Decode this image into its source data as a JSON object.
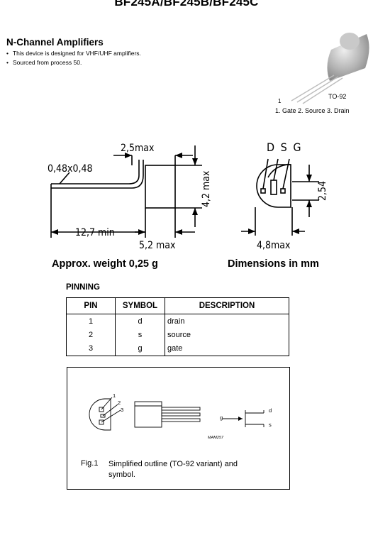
{
  "header": {
    "part_numbers": "BF245A/BF245B/BF245C"
  },
  "intro": {
    "title": "N-Channel Amplifiers",
    "bullets": [
      "This device is designed for VHF/UHF amplifiers.",
      "Sourced from process 50."
    ]
  },
  "package": {
    "name": "TO-92",
    "pin_marker": "1",
    "pin_legend": "1. Gate  2. Source  3. Drain"
  },
  "drawing": {
    "lead_size": "0,48x0,48",
    "dim_top": "2,5max",
    "dim_height": "4,2 max",
    "dim_lead_length": "12,7 min",
    "dim_body_length": "5,2 max",
    "pin_letters": "D S G",
    "dim_pitch": "2,54",
    "dim_width": "4,8max",
    "weight_note": "Approx. weight 0,25 g",
    "units_note": "Dimensions in mm"
  },
  "pinning": {
    "heading": "PINNING",
    "columns": [
      "PIN",
      "SYMBOL",
      "DESCRIPTION"
    ],
    "rows": [
      {
        "pin": "1",
        "symbol": "d",
        "description": "drain"
      },
      {
        "pin": "2",
        "symbol": "s",
        "description": "source"
      },
      {
        "pin": "3",
        "symbol": "g",
        "description": "gate"
      }
    ]
  },
  "figure": {
    "number": "Fig.1",
    "caption": "Simplified outline (TO-92 variant) and symbol.",
    "code": "MAM257",
    "pins": [
      "1",
      "2",
      "3"
    ],
    "symbol_labels": {
      "gate": "g",
      "drain": "d",
      "source": "s"
    }
  }
}
